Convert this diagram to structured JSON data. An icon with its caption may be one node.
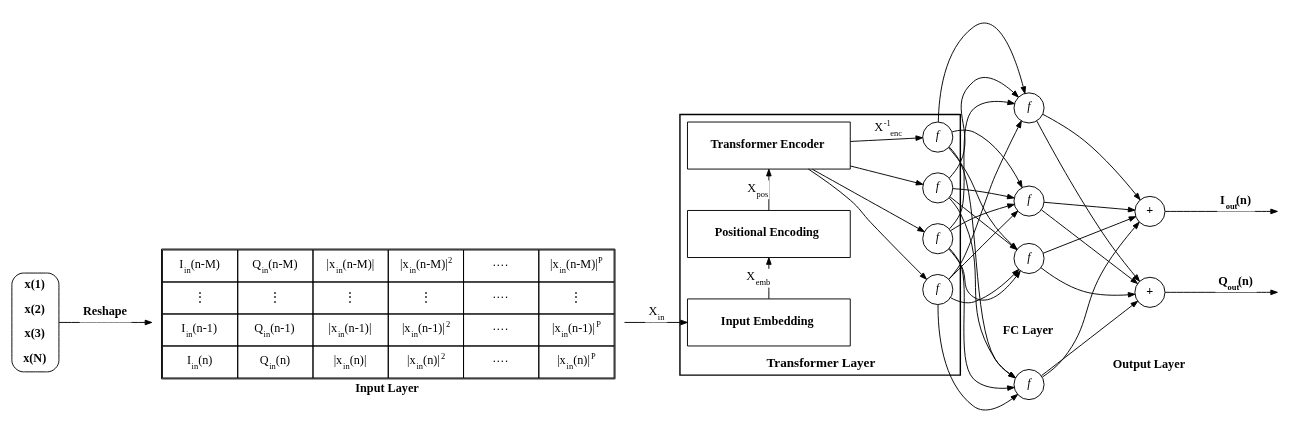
{
  "diagram": {
    "nodes": [
      {
        "text": [
          "x(1)",
          "x(2)",
          "x(3)",
          "x(N)"
        ]
      },
      {
        "text": [
          "I$_{in}$(n-M)",
          "Q$_{in}$(n-M)",
          "|x$_{in}$(n-M)|",
          "|x$_{in}$(n-M)|$^{2}$",
          "····",
          "|x$_{in}$(n-M)|$^{P}$",
          "⋮",
          "⋮",
          "⋮",
          "⋮",
          "····",
          "⋮",
          "I$_{in}$(n-1)",
          "Q$_{in}$(n-1)",
          "|x$_{in}$(n-1)|",
          "|x$_{in}$(n-1)|$^{2}$",
          "····",
          "|x$_{in}$(n-1)|$^{P}$",
          "I$_{in}$(n)",
          "Q$_{in}$(n)",
          "|x$_{in}$(n)|",
          "|x$_{in}$(n)|$^{2}$",
          "····",
          "|x$_{in}$(n)|$^{P}$"
        ],
        "beside": [
          "Input Layer"
        ]
      },
      {
        "text": [
          "Transformer Layer"
        ]
      },
      {
        "text": [
          "Transformer Encoder"
        ],
        "in": 2
      },
      {
        "text": [
          "Positional Encoding"
        ],
        "in": 2
      },
      {
        "text": [
          "Input Embedding"
        ],
        "in": 2
      },
      {
        "text": [
          "f"
        ],
        "in": 2
      },
      {
        "text": [
          "f"
        ],
        "in": 2
      },
      {
        "text": [
          "f"
        ],
        "in": 2
      },
      {
        "text": [
          "f"
        ],
        "in": 2
      },
      {
        "text": [
          "f"
        ]
      },
      {
        "text": [
          "f"
        ]
      },
      {
        "text": [
          "f"
        ]
      },
      {
        "text": [
          "f"
        ]
      },
      {
        "text": [
          "+"
        ]
      },
      {
        "text": [
          "+"
        ]
      }
    ],
    "edges": [
      {
        "from": 0,
        "to": 1,
        "arrow": "to",
        "label": "Reshape"
      },
      {
        "from": 1,
        "to": 5,
        "arrow": "to",
        "label": "X$_{in}$"
      },
      {
        "from": 5,
        "to": 4,
        "arrow": "to",
        "label": "X$_{emb}$"
      },
      {
        "from": 4,
        "to": 3,
        "arrow": "to",
        "label": "X$_{pos}$"
      },
      {
        "from": 3,
        "to": 6,
        "arrow": "to",
        "label": "X$^{-1}$$_{enc}$"
      },
      {
        "from": 3,
        "to": 7,
        "arrow": "to"
      },
      {
        "from": 3,
        "to": 8,
        "arrow": "to"
      },
      {
        "from": 3,
        "to": 9,
        "arrow": "to"
      },
      {
        "from": 6,
        "to": 10,
        "arrow": "to"
      },
      {
        "from": 6,
        "to": 11,
        "arrow": "to"
      },
      {
        "from": 6,
        "to": 12,
        "arrow": "to"
      },
      {
        "from": 6,
        "to": 13,
        "arrow": "to"
      },
      {
        "from": 7,
        "to": 10,
        "arrow": "to"
      },
      {
        "from": 7,
        "to": 11,
        "arrow": "to"
      },
      {
        "from": 7,
        "to": 12,
        "arrow": "to"
      },
      {
        "from": 7,
        "to": 13,
        "arrow": "to"
      },
      {
        "from": 8,
        "to": 10,
        "arrow": "to"
      },
      {
        "from": 8,
        "to": 11,
        "arrow": "to"
      },
      {
        "from": 8,
        "to": 12,
        "arrow": "to"
      },
      {
        "from": 8,
        "to": 13,
        "arrow": "to"
      },
      {
        "from": 9,
        "to": 10,
        "arrow": "to"
      },
      {
        "from": 9,
        "to": 11,
        "arrow": "to"
      },
      {
        "from": 9,
        "to": 12,
        "arrow": "to"
      },
      {
        "from": 9,
        "to": 13,
        "arrow": "to"
      },
      {
        "from": 10,
        "to": 14,
        "arrow": "to"
      },
      {
        "from": 10,
        "to": 15,
        "arrow": "to"
      },
      {
        "from": 11,
        "to": 14,
        "arrow": "to"
      },
      {
        "from": 11,
        "to": 15,
        "arrow": "to"
      },
      {
        "from": 12,
        "to": 14,
        "arrow": "to"
      },
      {
        "from": 12,
        "to": 15,
        "arrow": "to"
      },
      {
        "from": 13,
        "to": 14,
        "arrow": "to"
      },
      {
        "from": 13,
        "to": 15,
        "arrow": "to"
      },
      {
        "from": 14,
        "to": null,
        "arrow": "to",
        "label": "I$_{out}$(n)"
      },
      {
        "from": 15,
        "to": null,
        "arrow": "to",
        "label": "Q$_{out}$(n)"
      }
    ],
    "labels": [
      "FC Layer",
      "Output Layer"
    ]
  }
}
